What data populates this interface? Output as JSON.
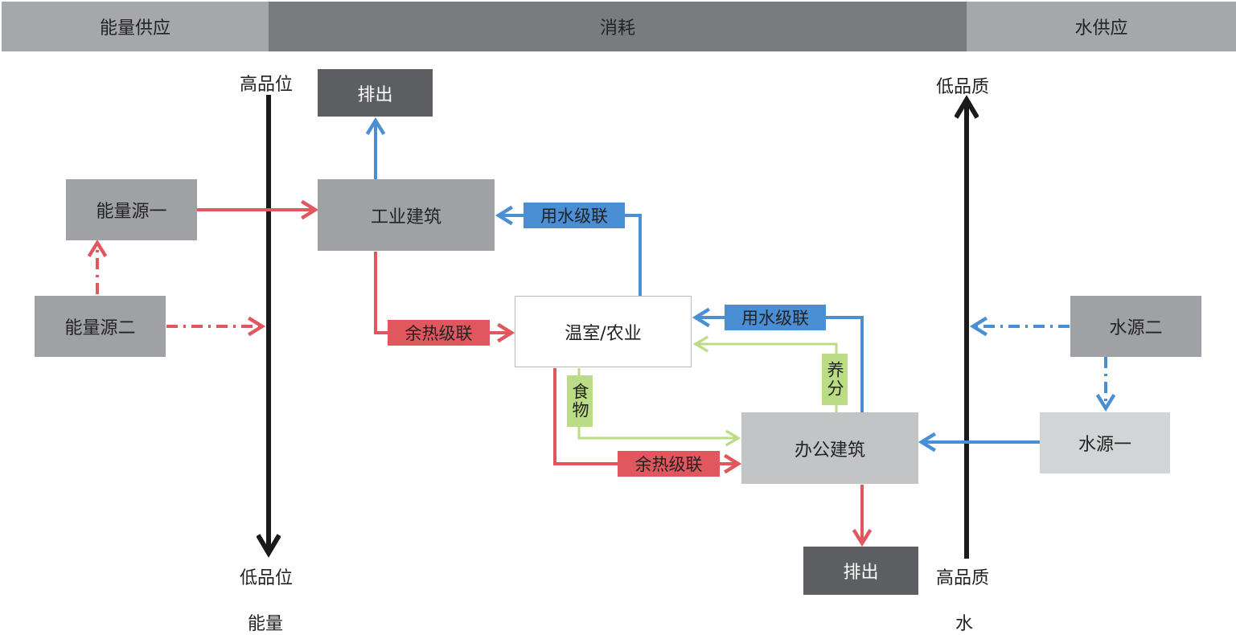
{
  "header": {
    "left": "能量供应",
    "center": "消耗",
    "right": "水供应"
  },
  "axes": {
    "energy": {
      "top": "高品位",
      "bottom": "低品位",
      "caption": "能量"
    },
    "water": {
      "top": "低品质",
      "bottom": "高品质",
      "caption": "水"
    }
  },
  "nodes": {
    "industrial": "工业建筑",
    "greenhouse": "温室/农业",
    "office": "办公建筑",
    "exhaust_top": "排出",
    "exhaust_bottom": "排出",
    "energy_source_1": "能量源一",
    "energy_source_2": "能量源二",
    "water_source_1": "水源一",
    "water_source_2": "水源二"
  },
  "links": {
    "water_cascade_1": "用水级联",
    "water_cascade_2": "用水级联",
    "heat_cascade_1": "余热级联",
    "heat_cascade_2": "余热级联",
    "food": "食物",
    "nutrients": "养分"
  },
  "colors": {
    "heat": "#e0575d",
    "water": "#4a8fd4",
    "food": "#b9dc84",
    "axis": "#1a1a1a",
    "header_light": "#a6a7aa",
    "header_dark": "#797b7e"
  }
}
